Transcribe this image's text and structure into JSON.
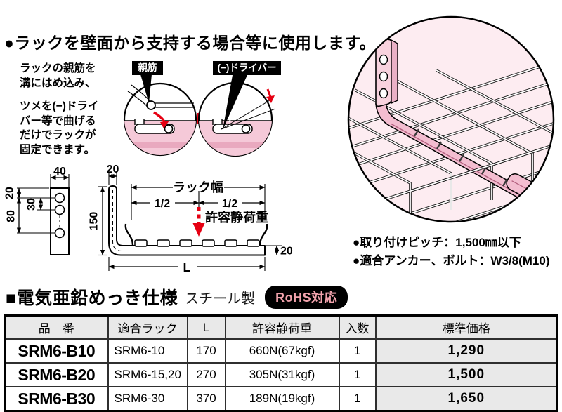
{
  "page": {
    "title": "●ラックを壁面から支持する場合等に使用します。"
  },
  "instructions": {
    "para1": "ラックの親筋を\n溝にはめ込み、",
    "para2": "ツメを(−)ドライ\nバー等で曲げる\nだけでラックが\n固定できます。"
  },
  "callouts": {
    "oyasuji": "親筋",
    "driver": "(−)ドライバー"
  },
  "drawing": {
    "plate_width": "40",
    "hole_top_offset": "20",
    "hole_pitch": "30",
    "hole_span": "80",
    "arm_width": "20",
    "height": "150",
    "rack_width": "ラック幅",
    "half_left": "1/2",
    "half_right": "1/2",
    "load_label": "許容静荷重",
    "lip_height": "20",
    "length": "L"
  },
  "notes": {
    "pitch": "●取り付けピッチ：1,500㎜以下",
    "anchor": "●適合アンカー、ボルト：W3/8(M10)"
  },
  "section": {
    "title": "■電気亜鉛めっき仕様",
    "material": "スチール製",
    "badge": "RoHS対応"
  },
  "table": {
    "headers": [
      "品　番",
      "適合ラック",
      "L",
      "許容静荷重",
      "入数",
      "標準価格"
    ],
    "rows": [
      [
        "SRM6-B10",
        "SRM6-10",
        "170",
        "660N(67kgf)",
        "1",
        "1,290"
      ],
      [
        "SRM6-B20",
        "SRM6-15,20",
        "270",
        "305N(31kgf)",
        "1",
        "1,500"
      ],
      [
        "SRM6-B30",
        "SRM6-30",
        "370",
        "189N(19kgf)",
        "1",
        "1,650"
      ]
    ]
  },
  "colors": {
    "circle_bg_pink": "#fdecf1",
    "bracket_pink": "#f5c9d8",
    "bracket_pink_dark": "#e9a9bf",
    "accent_red": "#e60012",
    "rohs_text_pink": "#f2a3ad",
    "table_gray": "#e9e9e9"
  }
}
